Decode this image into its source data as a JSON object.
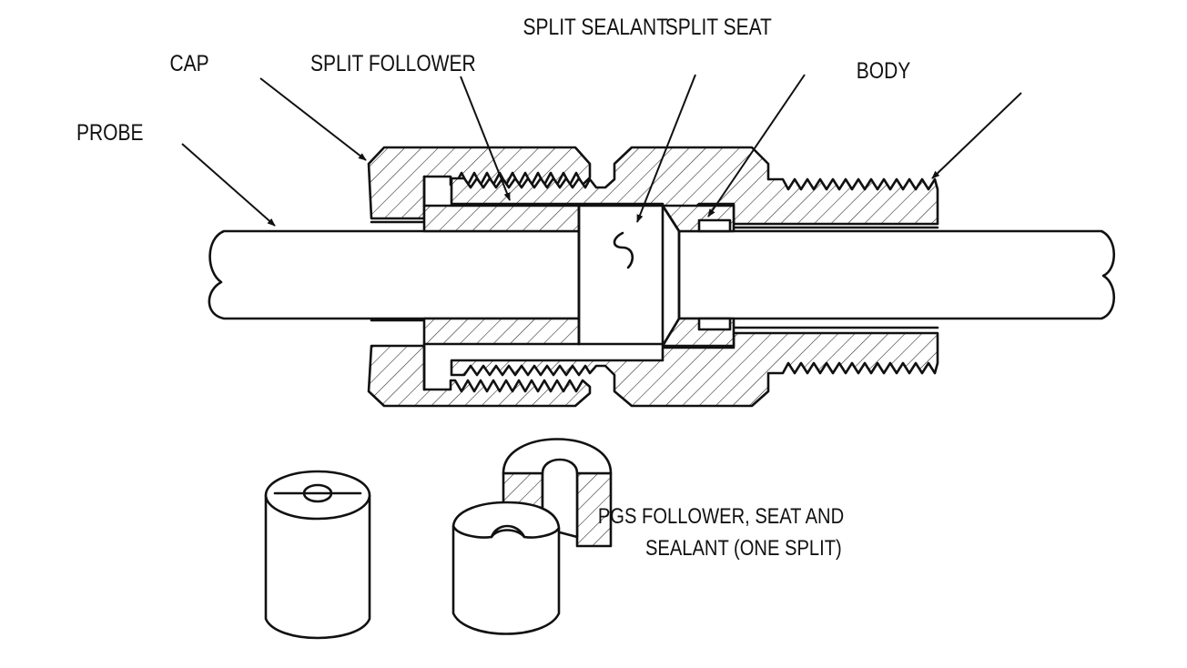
{
  "diagram": {
    "labels": {
      "probe": "PROBE",
      "cap": "CAP",
      "split_follower": "SPLIT FOLLOWER",
      "split_sealant": "SPLIT SEALANT",
      "split_seat": "SPLIT SEAT",
      "body": "BODY"
    },
    "caption": {
      "line1": "PGS FOLLOWER, SEAT AND",
      "line2": "SEALANT (ONE SPLIT)"
    }
  }
}
